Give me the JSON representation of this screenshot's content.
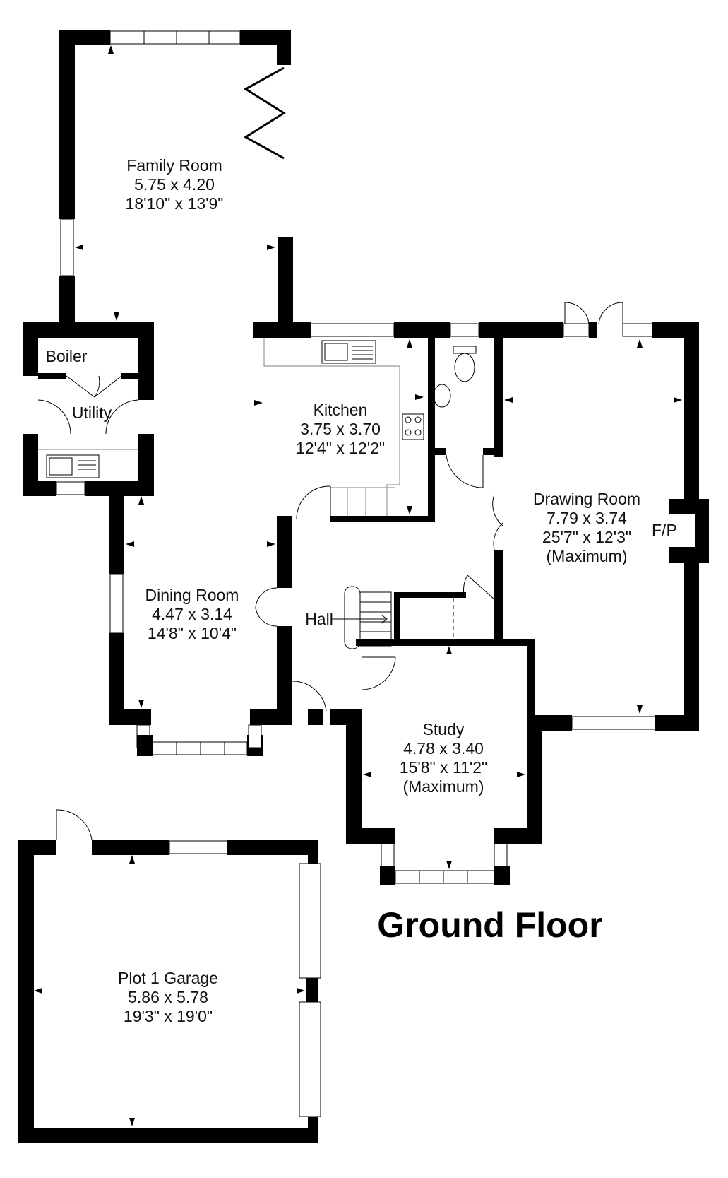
{
  "title": "Ground Floor",
  "fp_label": "F/P",
  "rooms": [
    {
      "id": "family-room",
      "lines": [
        "Family Room",
        "5.75 x 4.20",
        "18'10\" x 13'9\""
      ]
    },
    {
      "id": "boiler",
      "lines": [
        "Boiler"
      ]
    },
    {
      "id": "utility",
      "lines": [
        "Utility"
      ]
    },
    {
      "id": "kitchen",
      "lines": [
        "Kitchen",
        "3.75 x 3.70",
        "12'4\" x 12'2\""
      ]
    },
    {
      "id": "drawing-room",
      "lines": [
        "Drawing Room",
        "7.79 x 3.74",
        "25'7\" x 12'3\"",
        "(Maximum)"
      ]
    },
    {
      "id": "dining-room",
      "lines": [
        "Dining Room",
        "4.47 x 3.14",
        "14'8\" x 10'4\""
      ]
    },
    {
      "id": "hall",
      "lines": [
        "Hall"
      ]
    },
    {
      "id": "study",
      "lines": [
        "Study",
        "4.78 x 3.40",
        "15'8\" x 11'2\"",
        "(Maximum)"
      ]
    },
    {
      "id": "plot-1-garage",
      "lines": [
        "Plot 1 Garage",
        "5.86 x 5.78",
        "19'3\" x 19'0\""
      ]
    }
  ]
}
